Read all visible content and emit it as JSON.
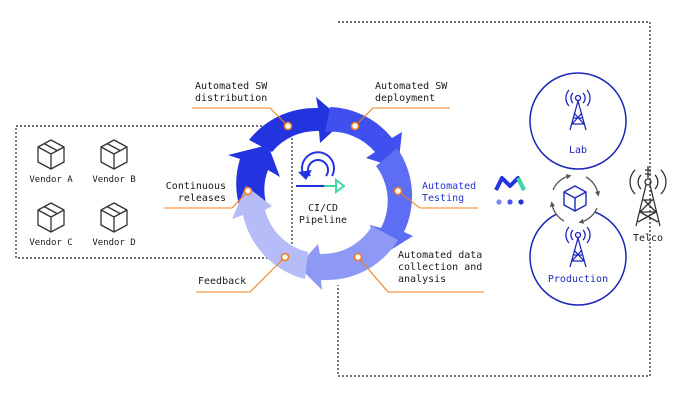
{
  "cycle": {
    "center_line1": "CI/CD",
    "center_line2": "Pipeline",
    "stages": {
      "distribution": "Automated SW\ndistribution",
      "deployment": "Automated SW\ndeployment",
      "testing": "Automated\nTesting",
      "data_collection": "Automated data\ncollection and\nanalysis",
      "feedback": "Feedback",
      "releases": "Continuous\nreleases"
    }
  },
  "vendors": [
    "Vendor A",
    "Vendor B",
    "Vendor C",
    "Vendor D"
  ],
  "sites": {
    "lab": "Lab",
    "production": "Production",
    "telco": "Telco"
  },
  "colors": {
    "arrow_dark": "#2433e0",
    "arrow_mid": "#5d6ef5",
    "arrow_light": "#b6bcf7",
    "leader": "#f07d1d",
    "circle_outline": "#1d27b8",
    "accent_green": "#3ed8a0"
  },
  "icons": [
    "box-icon",
    "cycle-icon",
    "antenna-icon",
    "tower-icon",
    "brand-logo-icon"
  ]
}
